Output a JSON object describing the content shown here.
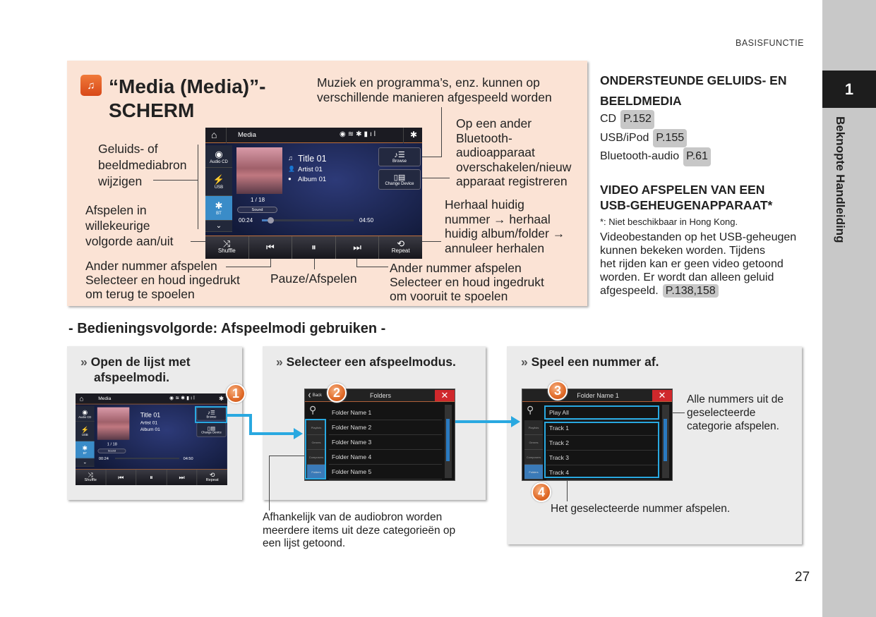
{
  "header": {
    "section": "BASISFUNCTIE",
    "chapter_number": "1",
    "chapter_title": "Beknopte Handleiding",
    "page_number": "27"
  },
  "media_box": {
    "title_line1": "“Media (Media)”-",
    "title_line2": "SCHERM",
    "annotations": {
      "play_ways": [
        "Muziek en programma’s, enz. kunnen op",
        "verschillende manieren afgespeeld worden"
      ],
      "change_source": [
        "Geluids- of",
        "beeldmediabron",
        "wijzigen"
      ],
      "shuffle": [
        "Afspelen in",
        "willekeurige",
        "volgorde aan/uit"
      ],
      "prev": [
        "Ander nummer afspelen",
        "Selecteer en houd ingedrukt",
        "om terug te spoelen"
      ],
      "pause": "Pauze/Afspelen",
      "next": [
        "Ander nummer afspelen",
        "Selecteer en houd ingedrukt",
        "om vooruit te spoelen"
      ],
      "change_device": [
        "Op een ander",
        "Bluetooth-",
        "audioapparaat",
        "overschakelen/nieuw",
        "apparaat registreren"
      ],
      "repeat": [
        "Herhaal huidig",
        "nummer → herhaal",
        "huidig album/folder →",
        "annuleer herhalen"
      ]
    }
  },
  "screen": {
    "title": "Media",
    "sources": [
      "Audio CD",
      "USB",
      "BT"
    ],
    "track_title": "Title 01",
    "artist": "Artist 01",
    "album": "Album 01",
    "track_count": "1 / 18",
    "sound_label": "Sound",
    "elapsed": "00:24",
    "duration": "04:50",
    "progress": 0.08,
    "browse_label": "Browse",
    "change_device_label": "Change Device",
    "controls": {
      "shuffle": "Shuffle",
      "repeat": "Repeat"
    }
  },
  "right_column": {
    "heading1": [
      "ONDERSTEUNDE GELUIDS- EN",
      "BEELDMEDIA"
    ],
    "media_list": [
      {
        "label": "CD",
        "ref": "P.152"
      },
      {
        "label": "USB/iPod",
        "ref": "P.155"
      },
      {
        "label": "Bluetooth-audio",
        "ref": "P.61"
      }
    ],
    "heading2": [
      "VIDEO AFSPELEN VAN EEN",
      "USB-GEHEUGENAPPARAAT*"
    ],
    "footnote": "*: Niet beschikbaar in Hong Kong.",
    "body": [
      "Videobestanden op het USB-geheugen",
      "kunnen bekeken worden. Tijdens",
      "het rijden kan er geen video getoond",
      "worden. Er wordt dan alleen geluid",
      "afgespeeld."
    ],
    "body_ref": "P.138,158"
  },
  "procedure": {
    "heading": "- Bedieningsvolgorde: Afspeelmodi gebruiken -",
    "step_marker": "»",
    "steps": [
      {
        "label": [
          "Open de lijst met",
          "afspeelmodi."
        ]
      },
      {
        "label": "Selecteer een afspeelmodus.",
        "note": [
          "Afhankelijk van de audiobron worden",
          "meerdere items uit deze categorieën op",
          "een lijst getoond."
        ]
      },
      {
        "label": "Speel een nummer af.",
        "note_playall": [
          "Alle nummers uit de",
          "geselecteerde",
          "categorie afspelen."
        ],
        "note_track": "Het geselecteerde nummer afspelen."
      }
    ],
    "callouts": [
      "1",
      "2",
      "3",
      "4"
    ],
    "folders_screen": {
      "back": "Back",
      "title": "Folders",
      "tabs": [
        "Playlists",
        "Genres",
        "Composers",
        "Folders"
      ],
      "rows": [
        "Folder Name 1",
        "Folder Name 2",
        "Folder Name 3",
        "Folder Name 4",
        "Folder Name 5"
      ]
    },
    "tracks_screen": {
      "title": "Folder Name 1",
      "rows": [
        "Play All",
        "Track 1",
        "Track 2",
        "Track 3",
        "Track 4"
      ]
    }
  },
  "colors": {
    "accent_blue": "#29a8e0",
    "box_bg": "#fbe3d5",
    "callout_orange": "#e06a28",
    "close_red": "#d0282c"
  }
}
